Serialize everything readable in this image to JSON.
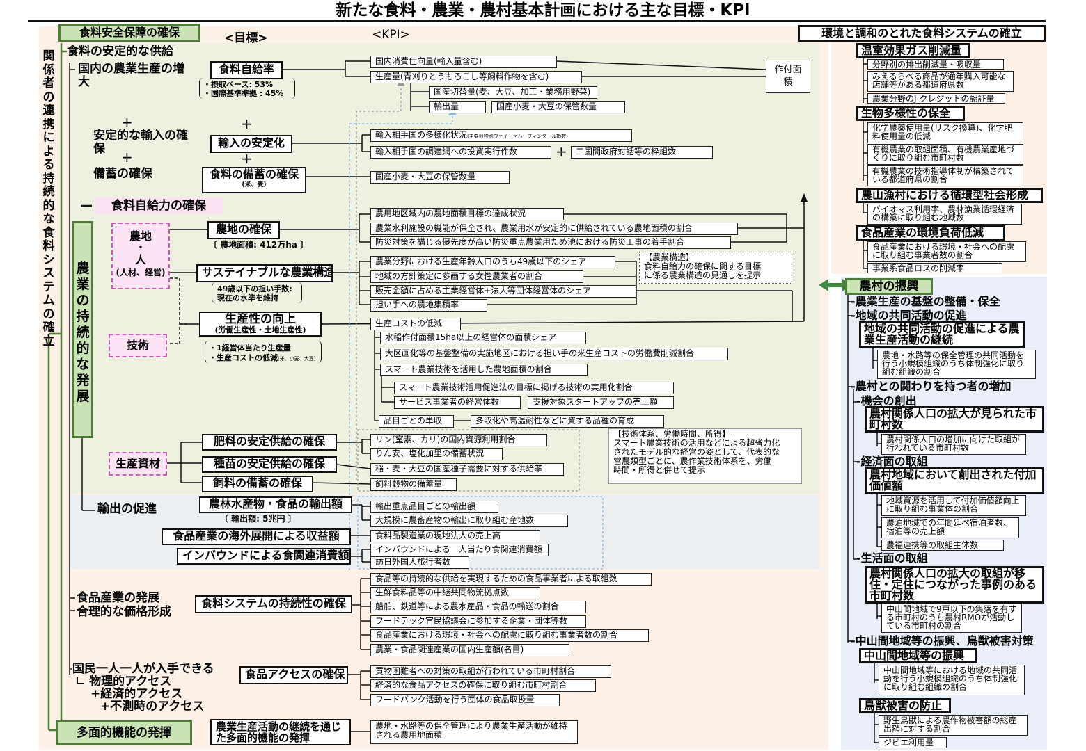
{
  "title": "新たな食料・農業・農村基本計画における主な目標・KPI",
  "headers": {
    "goals": "<目標>",
    "kpi": "<KPI>"
  },
  "left_vertical": "関係者の連携による持続的な食料システムの確立",
  "sections": {
    "food_security": "食料安全保障の確保",
    "food_supply": "食料の安定的な供給",
    "domestic_production": "国内の農業生産の増大",
    "plus": "+",
    "stable_import": "安定的な輸入の確保",
    "stockpile": "備蓄の確保",
    "self_sufficiency_power": "食料自給力の確保",
    "sustainable_ag": "農業の持続的な発展",
    "export": "輸出の促進",
    "food_industry": "食品産業の発展",
    "rational_price": "合理的な価格形成",
    "access_line1": "国民一人一人が入手できる",
    "access_line2": "∟ 物理的アクセス",
    "access_line3": "+経済的アクセス",
    "access_line4": "+不測時のアクセス",
    "multifunction": "多面的機能の発揮"
  },
  "factors": {
    "land_title": "農地",
    "land_dot": "・",
    "land_people": "人",
    "land_sub": "(人材、経営)",
    "tech": "技術",
    "materials": "生産資材"
  },
  "goals": {
    "self_sufficiency": "食料自給率",
    "ss_note1": "・摂取ベース: 53%",
    "ss_note2": "・国際基準準拠 : 45%",
    "import_stable": "輸入の安定化",
    "stockpile": "食料の備蓄の確保",
    "stockpile_sub": "(米、麦)",
    "farmland": "農地の確保",
    "farmland_note": "〔 農地面積: 412万ha 〕",
    "sustainable_structure": "サステイナブルな農業構造",
    "structure_note1": "49歳以下の担い手数:",
    "structure_note2": "現在の水準を維持",
    "productivity": "生産性の向上",
    "productivity_sub": "(労働生産性・土地生産性)",
    "prod_note1": "・1経営体当たり生産量",
    "prod_note2": "・生産コストの低減",
    "prod_note2_small": "(米、小麦、大豆)",
    "fertilizer": "肥料の安定供給の確保",
    "seed": "種苗の安定供給の確保",
    "feed": "飼料の備蓄の確保",
    "export_value": "農林水産物・食品の輸出額",
    "export_note": "〔 輸出額: 5兆円 〕",
    "overseas": "食品産業の海外展開による収益額",
    "inbound": "インバウンドによる食関連消費額",
    "food_system": "食料システムの持続性の確保",
    "food_access": "食品アクセスの確保",
    "multifunction": "農業生産活動の継続を通じた多面的機能の発揮"
  },
  "kpis": {
    "k01": "国内消費仕向量(輸入量含む)",
    "k02": "生産量(青刈りとうもろこし等飼料作物を含む)",
    "k03": "国産切替量(麦、大豆、加工・業務用野菜)",
    "k04": "輸出量",
    "k05": "国産小麦・大豆の保管数量",
    "k06": "作付面積",
    "k07": "輸入相手国の多様化状況",
    "k07s": "(主要穀物別ウェイト付ハーフィンダール指数)",
    "k08": "輸入相手国の調達網への投資実行件数",
    "k08p": "+",
    "k09": "二国間政府対話等の枠組数",
    "k10": "国産小麦・大豆の保管数量",
    "k11": "農用地区域内の農地面積目標の達成状況",
    "k12": "農業水利施設の機能が保全され、農業用水が安定的に供給されている農地面積の割合",
    "k13": "防災対策を講じる優先度が高い防災重点農業用ため池における防災工事の着手割合",
    "k14": "農業分野における生産年齢人口のうち49歳以下のシェア",
    "k15": "地域の方針策定に参画する女性農業者の割合",
    "k16": "販売金額に占める主業経営体+法人等団体経営体のシェア",
    "k17": "担い手への農地集積率",
    "k18": "生産コストの低減",
    "k19": "水稲作付面積15ha以上の経営体の面積シェア",
    "k20": "大区画化等の基盤整備の実施地区における担い手の米生産コストの労働費削減割合",
    "k21": "スマート農業技術を活用した農地面積の割合",
    "k22": "スマート農業技術活用促進法の目標に掲げる技術の実用化割合",
    "k23": "サービス事業者の経営体数",
    "k24": "支援対象スタートアップの売上額",
    "k25": "品目ごとの単収",
    "k26": "多収化や高温耐性などに資する品種の育成",
    "k27": "リン(窒素、カリ)の国内資源利用割合",
    "k28": "りん安、塩化加里の備蓄状況",
    "k29": "稲・麦・大豆の国産種子需要に対する供給率",
    "k30": "飼料穀物の備蓄量",
    "k31": "輸出重点品目ごとの輸出額",
    "k32": "大規模に農畜産物の輸出に取り組む産地数",
    "k33": "食料品製造業の現地法人の売上高",
    "k34": "インバウンドによる一人当たり食関連消費額",
    "k35": "訪日外国人旅行者数",
    "k36": "食品等の持続的な供給を実現するための食品事業者による取組数",
    "k37": "生鮮食料品等の中継共同物流拠点数",
    "k38": "船舶、鉄道等による農水産品・食品の輸送の割合",
    "k39": "フードテック官民協議会に参加する企業・団体等数",
    "k40": "食品産業における環境・社会への配慮に取り組む事業者数の割合",
    "k41": "農業・食品関連産業の国内生産額(名目)",
    "k42": "買物困難者への対策の取組が行われている市町村割合",
    "k43": "経済的な食品アクセスの確保に取り組む市町村割合",
    "k44": "フードバンク活動を行う団体の食品取扱量",
    "k45": "農地・水路等の保全管理により農業生産活動が維持される農用地面積"
  },
  "callouts": {
    "structure": "【農業構造】\n食料自給力の確保に関する目標\nに係る農業構造の見通しを提示",
    "tech": "【技術体系、労働時間、所得】\nスマート農業技術の活用などによる超省力化\nされたモデル的な経営の姿として、代表的な\n営農類型ごとに、農作業技術体系を、労働\n時間・所得と併せて提示"
  },
  "right": {
    "env_title": "環境と調和のとれた食料システムの確立",
    "ghg": "温室効果ガス削減量",
    "ghg1": "分野別の排出削減量・吸収量",
    "ghg2": "みえるらべる商品が通年購入可能な店舗等がある都道府県数",
    "ghg3": "農業分野のJ-クレジットの認証量",
    "bio": "生物多様性の保全",
    "bio1": "化学農薬使用量(リスク換算)、化学肥料使用量の低減",
    "bio2": "有機農業の取組面積、有機農業産地づくりに取り組む市町村数",
    "bio3": "有機農業の技術指導体制が構築されている都道府県の割合",
    "circ": "農山漁村における循環型社会形成",
    "circ1": "バイオマス利用率、農林漁業循環経済の構築に取り組む地域数",
    "foodenv": "食品産業の環境負荷低減",
    "foodenv1": "食品産業における環境・社会への配慮に取り組む事業者数の割合",
    "foodenv2": "事業系食品ロスの削減率",
    "rural_title": "農村の振興",
    "r_base": "-農業生産の基盤の整備・保全",
    "r_comm": "-地域の共同活動の促進",
    "r_comm_goal": "地域の共同活動の促進による農業生産活動の継続",
    "r_comm1": "農地・水路等の保全管理の共同活動を行う小規模組織のうち体制強化に取り組む組織の割合",
    "r_rel": "-農村との関わりを持つ者の増加",
    "r_opp": "-機会の創出",
    "r_opp_goal": "農村関係人口の拡大が見られた市町村数",
    "r_opp1": "農村関係人口の増加に向けた取組が行われている市町村数",
    "r_econ": "-経済面の取組",
    "r_econ_goal": "農村地域において創出された付加価値額",
    "r_econ1": "地域資源を活用して付加価値額向上に取り組む事業体の割合",
    "r_econ2": "農泊地域での年間延べ宿泊者数、宿泊等の売上額",
    "r_econ3": "農福連携等の取組主体数",
    "r_life": "-生活面の取組",
    "r_life_goal": "農村関係人口の拡大の取組が移住・定住につながった事例のある市町村数",
    "r_life1": "中山間地域で9戸以下の集落を有する市町村のうち農村RMOが活動している市町村の割合",
    "r_mount": "-中山間地域等の振興、鳥獣被害対策",
    "r_mount_goal": "中山間地域等の振興",
    "r_mount1": "中山間地域等における地域の共同活動を行う小規模組織のうち体制強化に取り組む組織の割合",
    "r_beast_goal": "鳥獣被害の防止",
    "r_beast1": "野生鳥獣による農作物被害額の総産出額に対する割合",
    "r_beast2": "ジビエ利用量"
  },
  "colors": {
    "green_fill": "#c9e3b4",
    "green_border": "#4f7d37",
    "pink": "#fbe3f4",
    "peach": "#fdf0e6",
    "olive": "#eef0e0",
    "grey": "#eceff2",
    "blue": "#e9eef8"
  }
}
